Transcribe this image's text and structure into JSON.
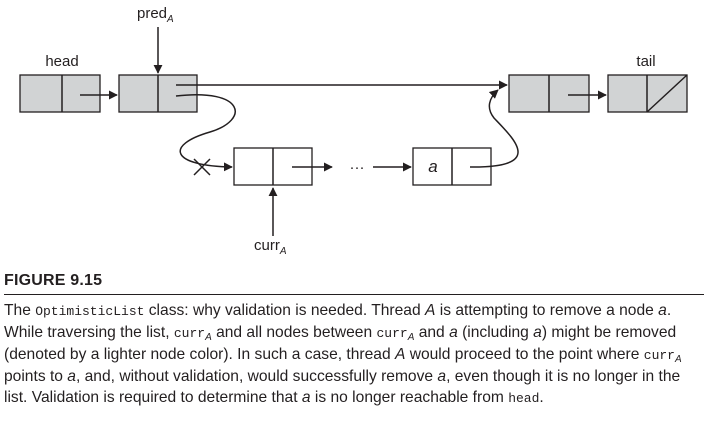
{
  "figure": {
    "labels": {
      "head": "head",
      "tail": "tail",
      "pred": "pred",
      "pred_sub": "A",
      "curr": "curr",
      "curr_sub": "A",
      "node_a": "a",
      "ellipsis": "···"
    },
    "colors": {
      "node_fill": "#d1d3d4",
      "removed_node_fill": "#ffffff",
      "ink": "#231f20"
    }
  },
  "caption": {
    "title": "FIGURE 9.15",
    "s1": "The ",
    "s2": "OptimisticList",
    "s3": " class: why validation is needed. Thread ",
    "s4": "A",
    "s5": " is attempting to remove a node ",
    "s6": "a",
    "s7": ". While traversing the list, ",
    "s8": "curr",
    "s9": "A",
    "s10": " and all nodes between ",
    "s11": "curr",
    "s12": "A",
    "s13": " and ",
    "s14": "a",
    "s15": " (including ",
    "s16": "a",
    "s17": ") might be removed (denoted by a lighter node color). In such a case, thread ",
    "s18": "A",
    "s19": " would proceed to the point where ",
    "s20": "curr",
    "s21": "A",
    "s22": " points to ",
    "s23": "a",
    "s24": ", and, without validation, would successfully remove ",
    "s25": "a",
    "s26": ", even though it is no longer in the list. Validation is required to determine that ",
    "s27": "a",
    "s28": " is no longer reachable from ",
    "s29": "head",
    "s30": "."
  }
}
